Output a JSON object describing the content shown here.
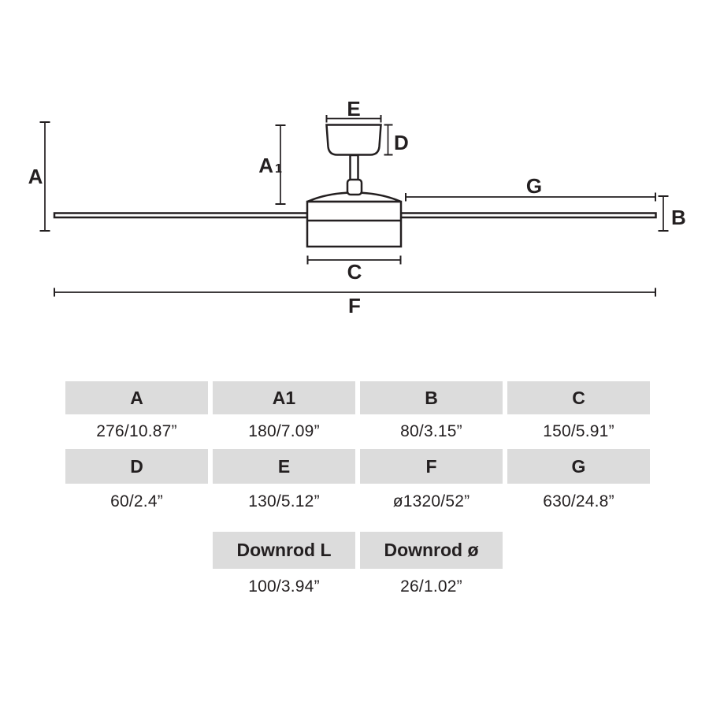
{
  "diagram": {
    "labels": {
      "a": "A",
      "a1_main": "A",
      "a1_sub": "1",
      "b": "B",
      "c": "C",
      "d": "D",
      "e": "E",
      "f": "F",
      "g": "G"
    }
  },
  "table": {
    "header_row_1": [
      "A",
      "A1",
      "B",
      "C"
    ],
    "value_row_1": [
      "276/10.87”",
      "180/7.09”",
      "80/3.15”",
      "150/5.91”"
    ],
    "header_row_2": [
      "D",
      "E",
      "F",
      "G"
    ],
    "value_row_2": [
      "60/2.4”",
      "130/5.12”",
      "ø1320/52”",
      "630/24.8”"
    ],
    "header_row_3": [
      "Downrod L",
      "Downrod ø"
    ],
    "value_row_3": [
      "100/3.94”",
      "26/1.02”"
    ]
  },
  "colors": {
    "line": "#231f20",
    "header_bg": "#dcdcdc",
    "background": "#ffffff"
  }
}
